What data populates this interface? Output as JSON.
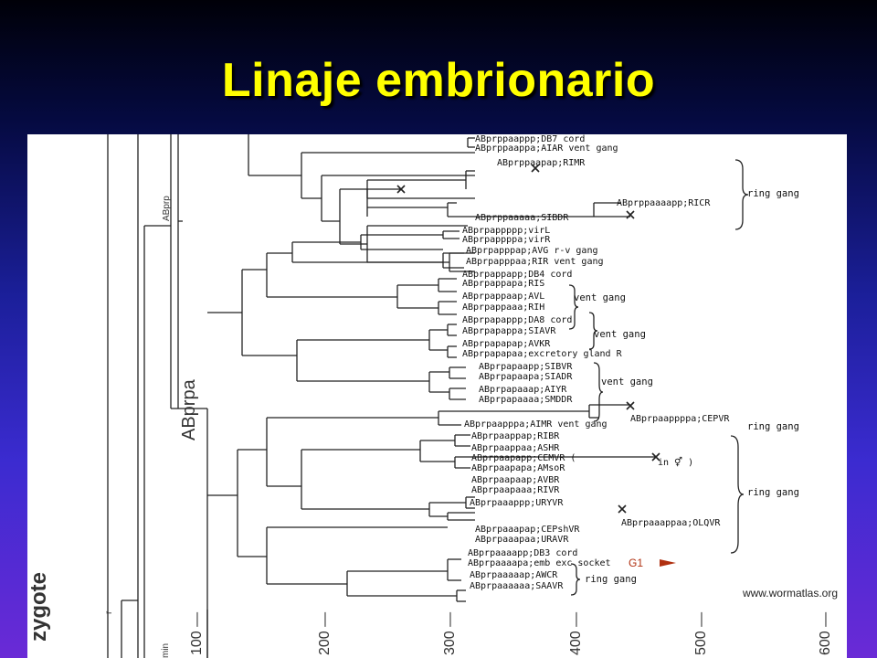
{
  "slide": {
    "title": "Linaje embrionario"
  },
  "figure": {
    "credit": "www.wormatlas.org",
    "axis": {
      "unit": "min",
      "ticks": [
        "100",
        "200",
        "300",
        "400",
        "500",
        "600"
      ]
    },
    "vertical_labels": {
      "zygote": "zygote",
      "abprpa": "ABprpa",
      "abprp": "ABprp",
      "r": "r"
    },
    "branch_marker": "G1",
    "leaves": [
      "ABprppaappp;DB7  cord",
      "ABprppaappa;AIAR  vent gang",
      "ABprppaapap;RIMR",
      "ABprppaaaapp;RICR",
      "ABprppaaaaa;SIBDR",
      "ABprpappppp;virL",
      "ABprpappppa;virR",
      "ABprpapppap;AVG   r-v gang",
      "ABprpapppaa;RIR   vent gang",
      "ABprpappapp;DB4   cord",
      "ABprpappapa;RIS",
      "ABprpappaap;AVL",
      "ABprpappaaa;RIH",
      "ABprpapappp;DA8   cord",
      "ABprpapappa;SIAVR",
      "ABprpapapap;AVKR",
      "ABprpapapaa;excretory gland R",
      "ABprpapaapp;SIBVR",
      "ABprpapaapa;SIADR",
      "ABprpapaaap;AIYR",
      "ABprpapaaaa;SMDDR",
      "ABprpaapppa;AIMR vent gang",
      "ABprpaappppa;CEPVR",
      "ABprpaappap;RIBR",
      "ABprpaappaa;ASHR",
      "ABprpaapapp;CEMVR  (",
      "ABprpaapapa;AMsoR",
      "ABprpaapaap;AVBR",
      "ABprpaapaaa;RIVR",
      "ABprpaaappp;URYVR",
      "ABprpaaappaa;OLQVR",
      "ABprpaaapap;CEPshVR",
      "ABprpaaapaa;URAVR",
      "ABprpaaaapp;DB3   cord",
      "ABprpaaaapa;emb exc socket",
      "ABprpaaaaap;AWCR",
      "ABprpaaaaaa;SAAVR"
    ],
    "groups": [
      "ring gang",
      "vent gang",
      "vent gang",
      "vent gang",
      "ring gang",
      "ring gang",
      "ring gang"
    ],
    "note": "in ⚥ )"
  }
}
